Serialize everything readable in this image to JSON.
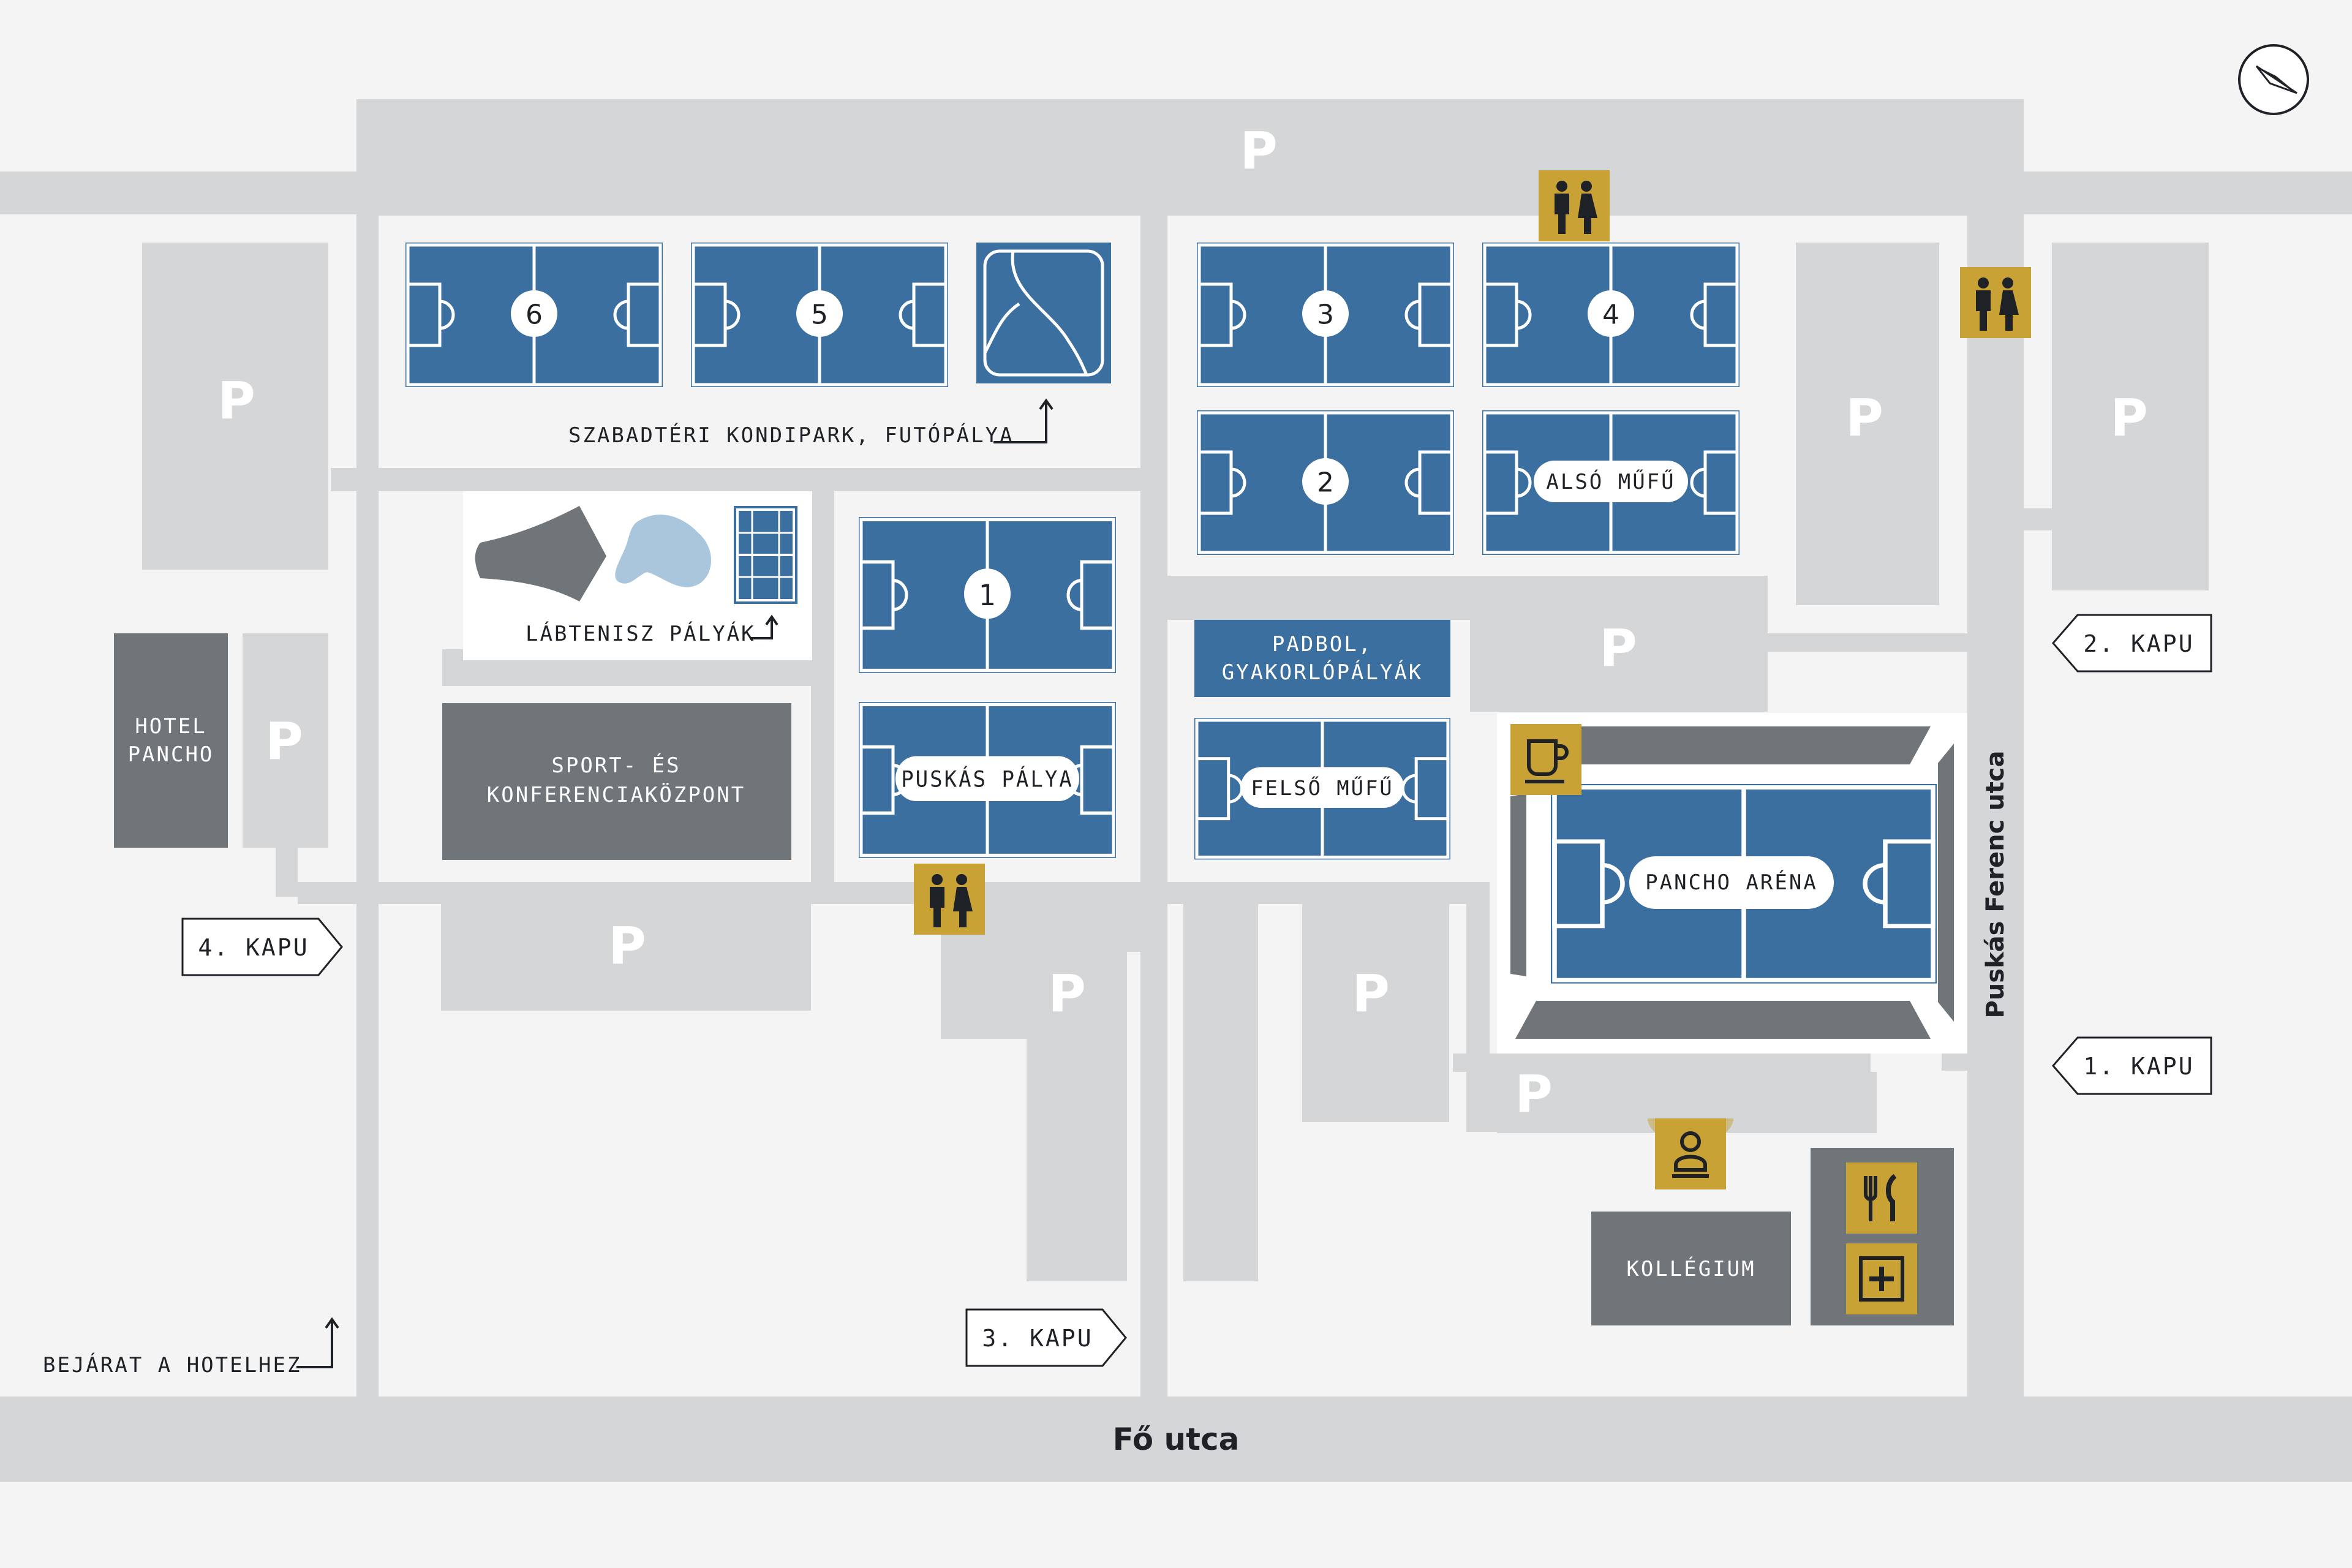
{
  "colors": {
    "background": "#f3f4f3",
    "road": "#d4d6d8",
    "pitch": "#3b6f9f",
    "pitch_line": "#ffffff",
    "building": "#707579",
    "amenity": "#c8a234",
    "text": "#1e2227",
    "pond": "#a9c6dd"
  },
  "parking_label": "P",
  "streets": {
    "main": "Fő utca",
    "side": "Puskás Ferenc utca"
  },
  "gates": {
    "g1": "1. KAPU",
    "g2": "2. KAPU",
    "g3": "3. KAPU",
    "g4": "4. KAPU"
  },
  "pitches": {
    "p1": "1",
    "p2": "2",
    "p3": "3",
    "p4": "4",
    "p5": "5",
    "p6": "6",
    "puskas": "PUSKÁS PÁLYA",
    "also": "ALSÓ MŰFŰ",
    "felso": "FELSŐ MŰFŰ",
    "arena": "PANCHO ARÉNA",
    "padbol_1": "PADBOL,",
    "padbol_2": "GYAKORLÓPÁLYÁK"
  },
  "labels": {
    "kondipark": "SZABADTÉRI KONDIPARK, FUTÓPÁLYA",
    "labtenisz": "LÁBTENISZ PÁLYÁK",
    "hotel_entrance": "BEJÁRAT A HOTELHEZ"
  },
  "buildings": {
    "hotel_1": "HOTEL",
    "hotel_2": "PANCHO",
    "sport_1": "SPORT- ÉS",
    "sport_2": "KONFERENCIAKÖZPONT",
    "kollegium": "KOLLÉGIUM"
  },
  "icons": [
    "compass-icon",
    "restroom-icon",
    "cafe-icon",
    "statue-icon",
    "restaurant-icon",
    "first-aid-icon",
    "arrow-icon"
  ]
}
